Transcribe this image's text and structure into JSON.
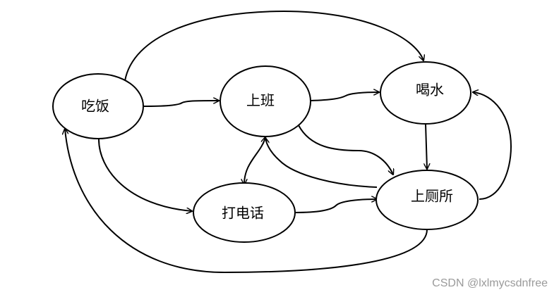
{
  "nodes": {
    "eat": {
      "label": "吃饭"
    },
    "work": {
      "label": "上班"
    },
    "drink": {
      "label": "喝水"
    },
    "phone": {
      "label": "打电话"
    },
    "toilet": {
      "label": "上厕所"
    }
  },
  "edges": [
    {
      "from": "eat",
      "to": "work"
    },
    {
      "from": "eat",
      "to": "drink"
    },
    {
      "from": "eat",
      "to": "phone"
    },
    {
      "from": "work",
      "to": "drink"
    },
    {
      "from": "work",
      "to": "toilet"
    },
    {
      "from": "work",
      "to": "phone"
    },
    {
      "from": "phone",
      "to": "work"
    },
    {
      "from": "phone",
      "to": "toilet"
    },
    {
      "from": "drink",
      "to": "toilet"
    },
    {
      "from": "toilet",
      "to": "drink"
    },
    {
      "from": "toilet",
      "to": "work"
    },
    {
      "from": "toilet",
      "to": "eat"
    }
  ],
  "watermark": "CSDN @lxlmycsdnfree"
}
